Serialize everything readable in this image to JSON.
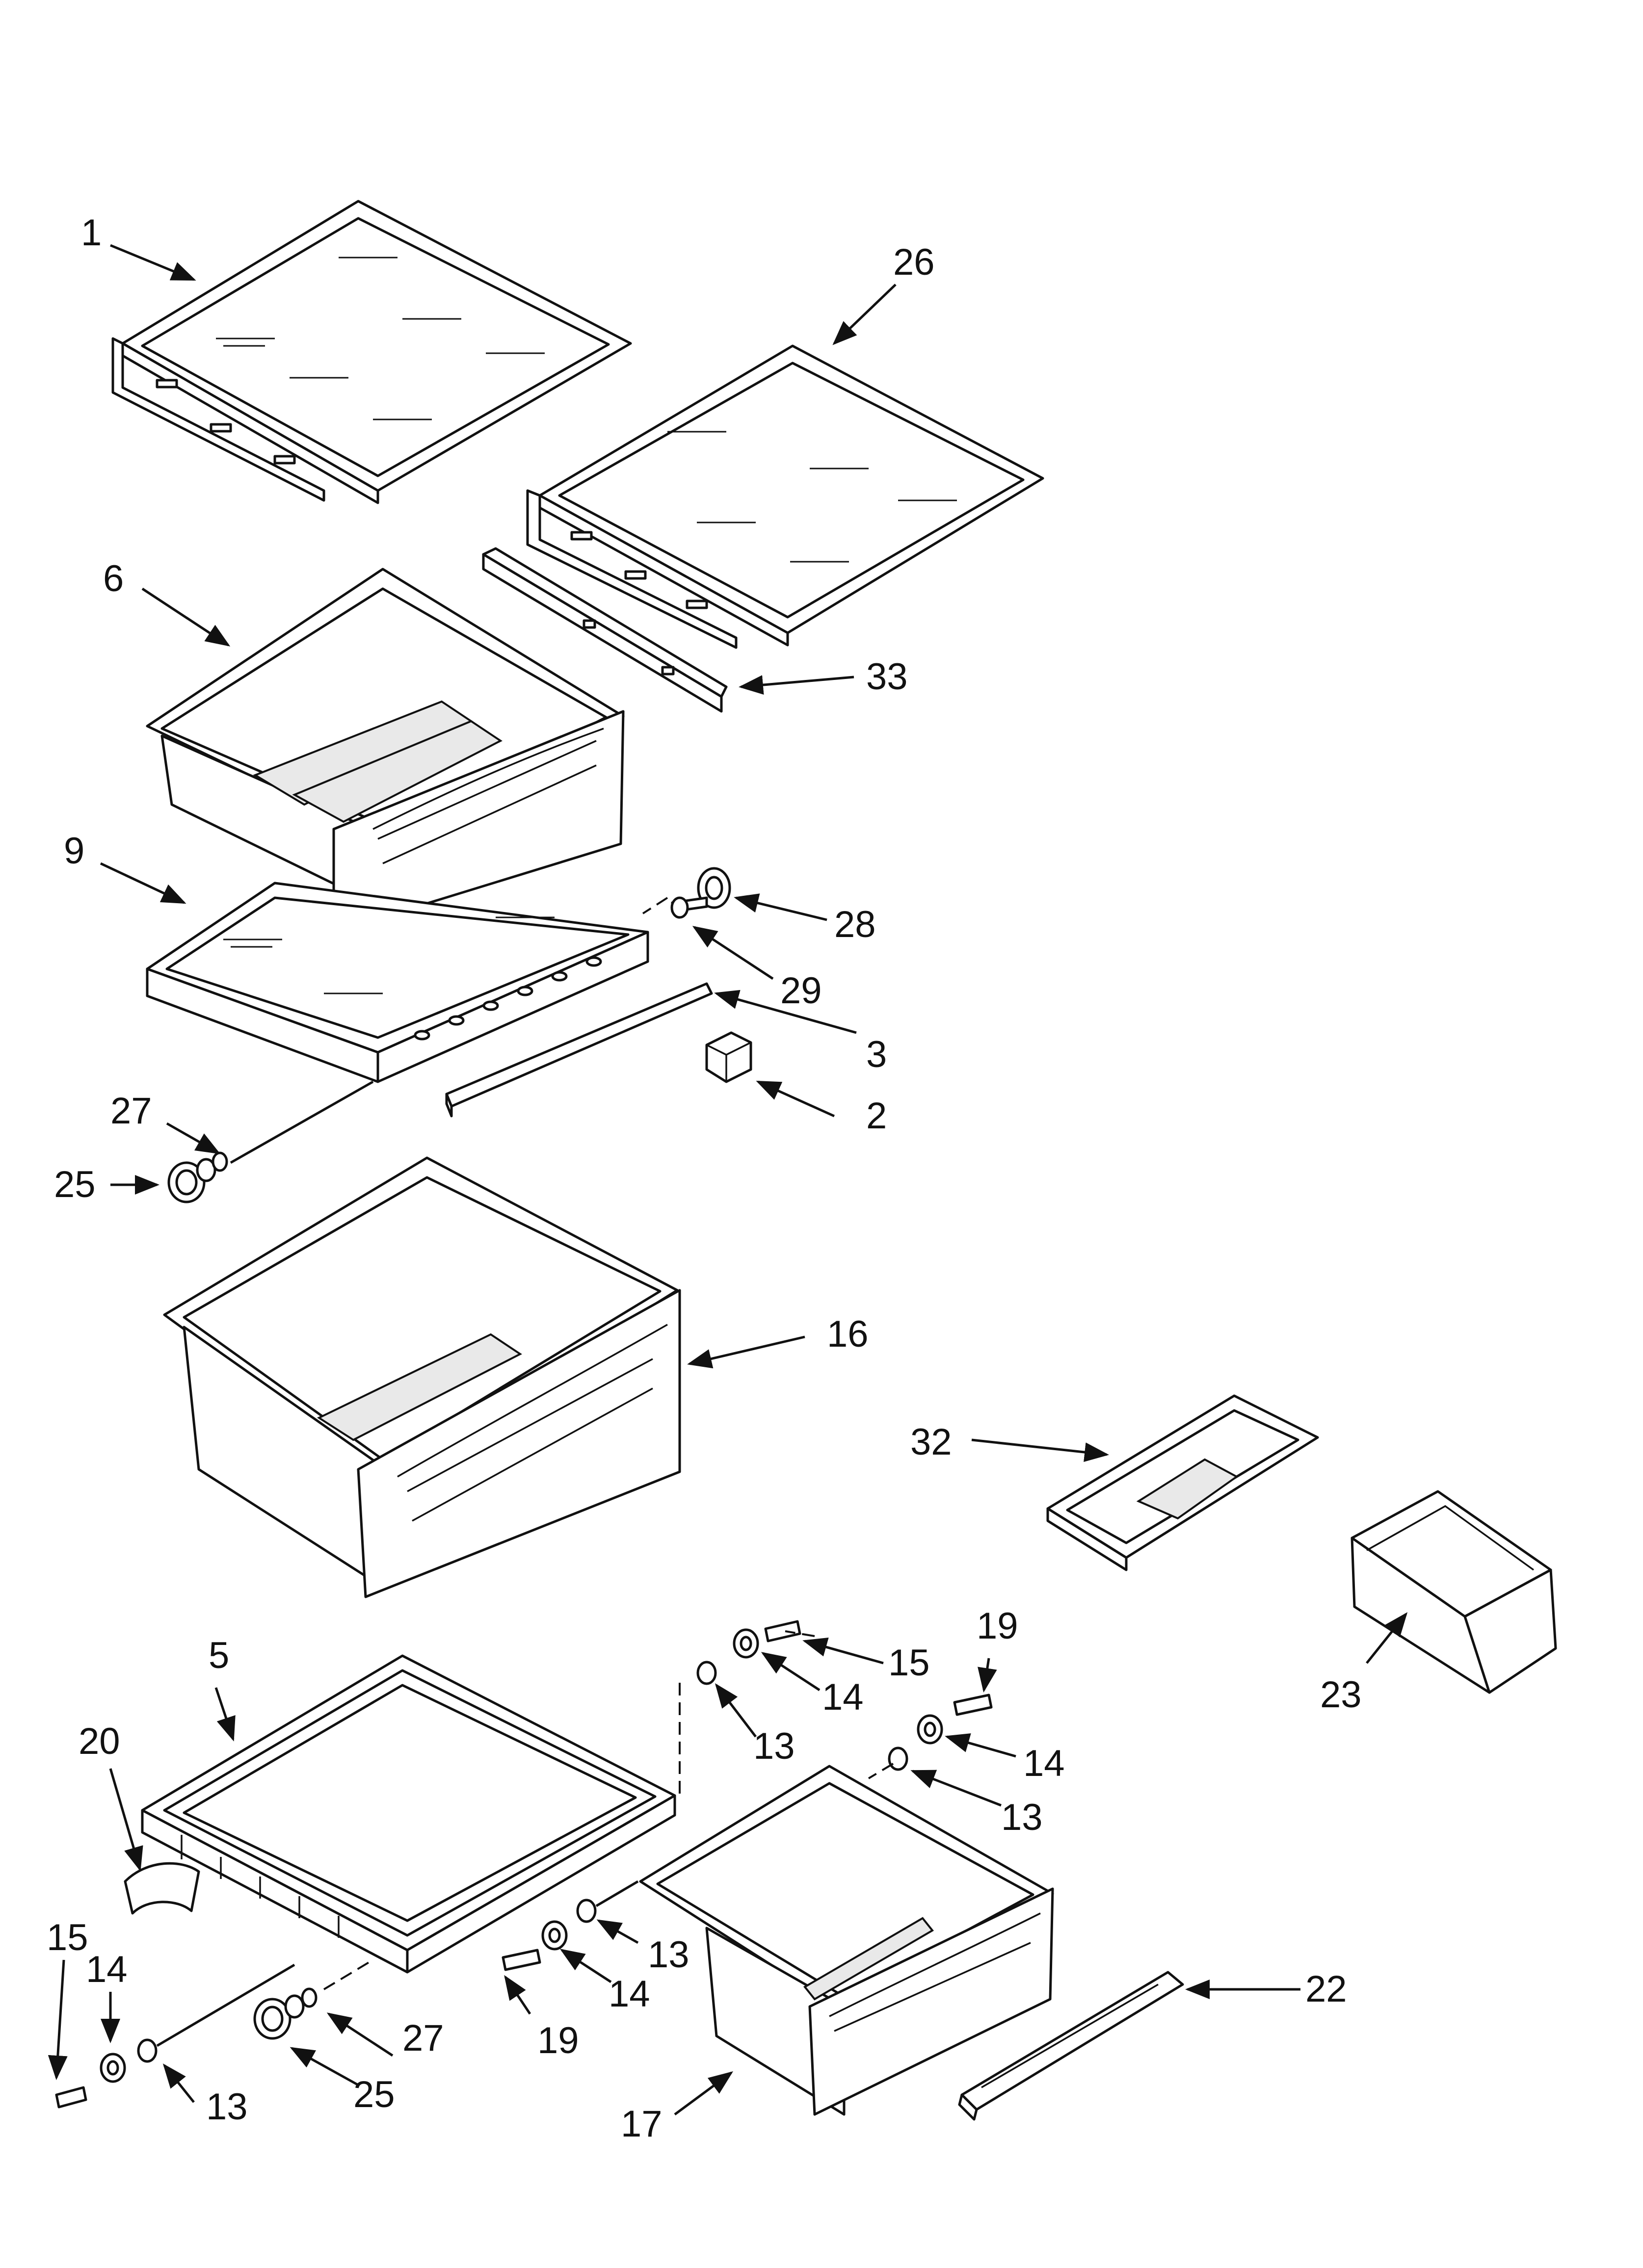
{
  "callouts": {
    "c1": "1",
    "c26": "26",
    "c6": "6",
    "c33": "33",
    "c9": "9",
    "c28": "28",
    "c29": "29",
    "c3": "3",
    "c2": "2",
    "c27a": "27",
    "c25a": "25",
    "c16": "16",
    "c32": "32",
    "c23": "23",
    "c5": "5",
    "c20": "20",
    "c15a": "15",
    "c14a": "14",
    "c13a": "13",
    "c19a": "19",
    "c14b": "14",
    "c13b": "13",
    "c15b": "15",
    "c14c": "14",
    "c13c": "13",
    "c19b": "19",
    "c14d": "14",
    "c13d": "13",
    "c27b": "27",
    "c25b": "25",
    "c22": "22",
    "c17": "17"
  }
}
